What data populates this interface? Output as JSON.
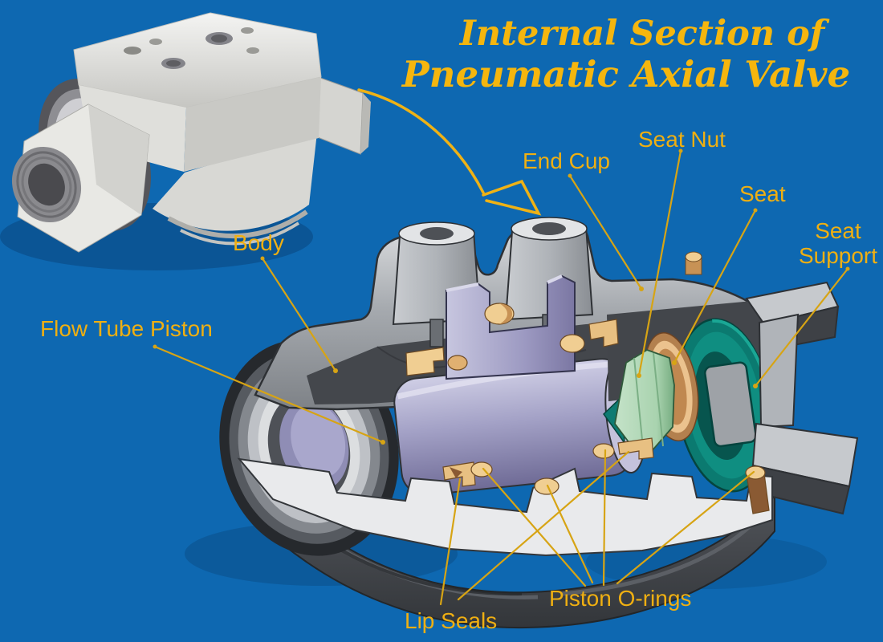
{
  "title": {
    "line1": "Internal Section of",
    "line2": "Pneumatic Axial Valve"
  },
  "labels": {
    "body": "Body",
    "flow_tube_piston": "Flow Tube Piston",
    "end_cup": "End Cup",
    "seat_nut": "Seat Nut",
    "seat": "Seat",
    "seat_support_line1": "Seat",
    "seat_support_line2": "Support",
    "lip_seals": "Lip Seals",
    "piston_o_rings": "Piston O-rings"
  },
  "colors": {
    "background": "#0E68B1",
    "title_gold": "#F5B60E",
    "label_gold": "#EFAF12",
    "leader_gold": "#D7A414",
    "body_gray": "#A9ADB2",
    "cut_face_white": "#E9EAEC",
    "piston_lavender": "#A7A5CA",
    "seal_tan": "#F0CE92",
    "seat_copper": "#EBC28E",
    "seat_nut_green": "#A9D3AF",
    "seat_support_teal": "#0F8E81"
  }
}
